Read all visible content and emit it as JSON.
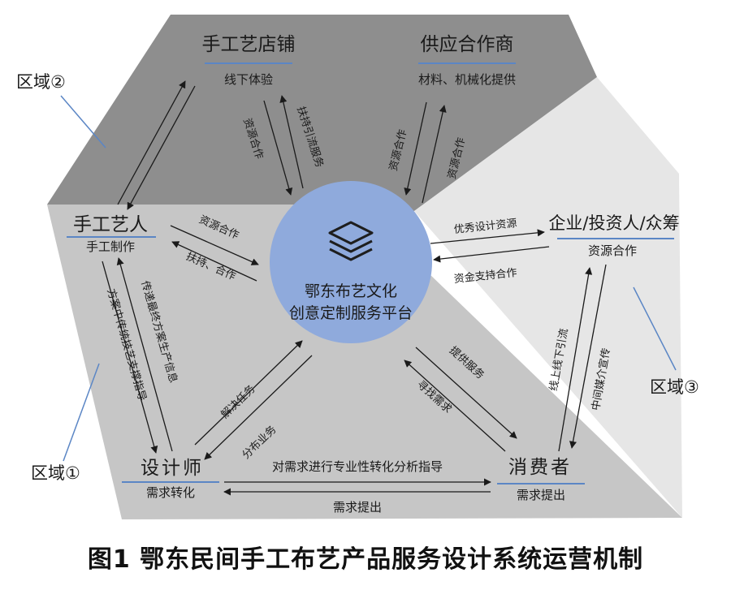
{
  "caption": "图1  鄂东民间手工布艺产品服务设计系统运营机制",
  "center": {
    "line1": "鄂东布艺文化",
    "line2": "创意定制服务平台",
    "icon": "layers-icon"
  },
  "nodes": {
    "shop": {
      "title": "手工艺店铺",
      "sub": "线下体验"
    },
    "supplier": {
      "title": "供应合作商",
      "sub": "材料、机械化提供"
    },
    "artisan": {
      "title": "手工艺人",
      "sub": "手工制作"
    },
    "enterprise": {
      "title": "企业/投资人/众筹",
      "sub": "资源合作"
    },
    "designer": {
      "title": "设计师",
      "sub": "需求转化"
    },
    "consumer": {
      "title": "消费者",
      "sub": "需求提出"
    }
  },
  "regions": {
    "r1": "区域①",
    "r2": "区域②",
    "r3": "区域③"
  },
  "edge_labels": {
    "shop_platform_a": "资源合作",
    "shop_platform_b": "扶持引流服务",
    "supplier_platform_a": "资源合作",
    "supplier_platform_b": "资源合作",
    "artisan_platform_a": "资源合作",
    "artisan_platform_b": "扶持、合作",
    "enterprise_platform_a": "优秀设计资源",
    "enterprise_platform_b": "资金支持合作",
    "artisan_designer_a": "方案中传统技艺支撑指导",
    "artisan_designer_b": "传递最终方案生产信息",
    "designer_platform_a": "解决任务",
    "designer_platform_b": "分布业务",
    "consumer_platform_a": "提供服务",
    "consumer_platform_b": "寻找需求",
    "enterprise_consumer_a": "线上线下引流",
    "enterprise_consumer_b": "中间媒介宣传",
    "designer_consumer_a": "对需求进行专业性转化分析指导",
    "designer_consumer_b": "需求提出"
  },
  "colors": {
    "region_dark": "#8e8e8e",
    "region_mid": "#c4c4c4",
    "region_light": "#e4e4e4",
    "center_fill": "#8faadc",
    "accent_line": "#5b86c5",
    "text": "#1a1a1a"
  }
}
